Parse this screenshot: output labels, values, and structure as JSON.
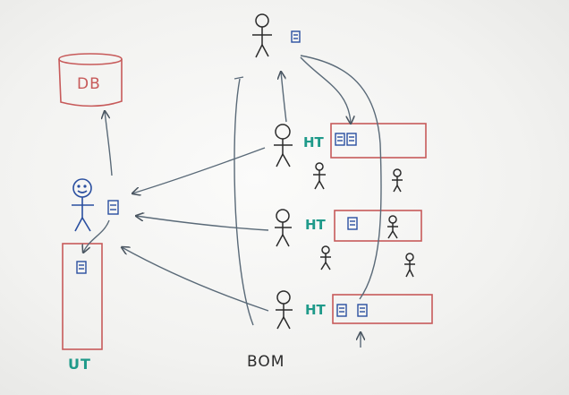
{
  "labels": {
    "db": "DB",
    "ut": "UT",
    "bom": "BOM",
    "ht": [
      "HT",
      "HT",
      "HT"
    ]
  },
  "colors": {
    "marker_red": "#c75a5a",
    "marker_blue": "#2a4fa0",
    "marker_teal": "#1f9a8a",
    "marker_black": "#2b2b2b",
    "arrow_gray": "#5a6a78"
  }
}
